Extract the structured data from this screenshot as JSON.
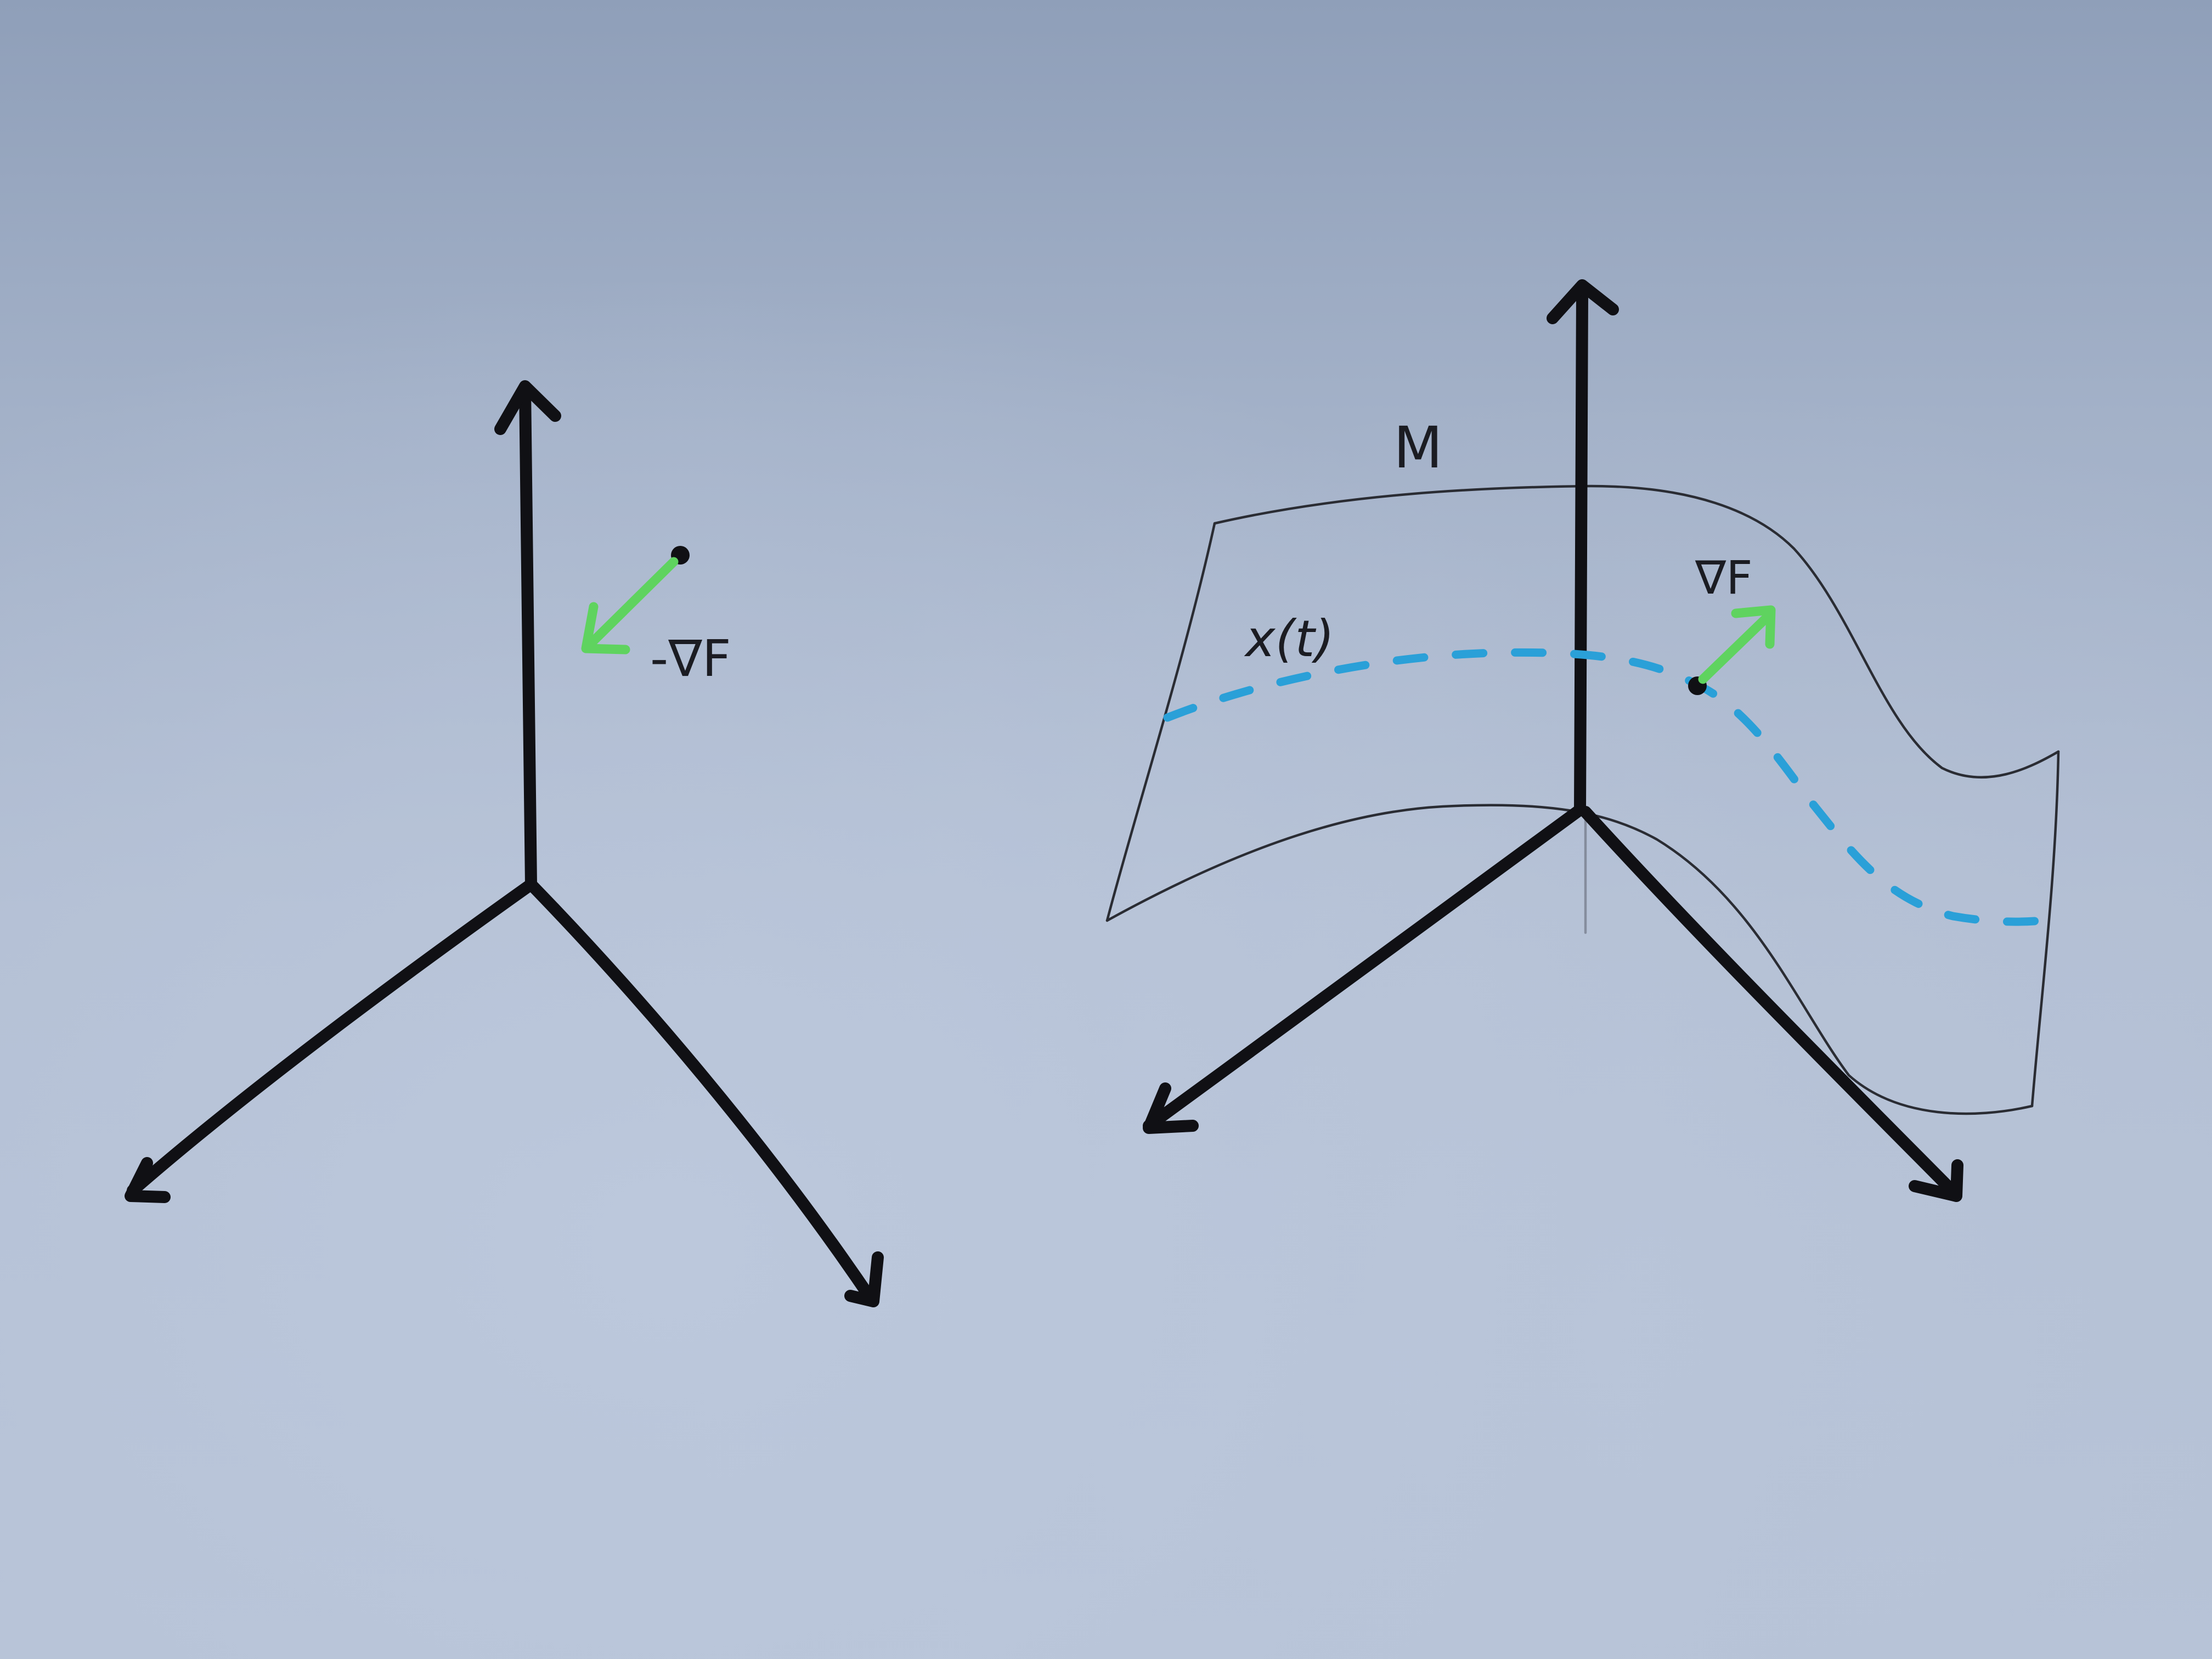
{
  "diagram": {
    "left_figure": {
      "gradient_label": "-∇F"
    },
    "right_figure": {
      "manifold_label": "M",
      "curve_label": "x(t)",
      "gradient_label": "∇F"
    }
  },
  "colors": {
    "ink": "#101014",
    "pencil": "#2a2c33",
    "gradient_arrow": "#5fd35f",
    "curve": "#2aa0d8",
    "paper": "#b1bdd2"
  }
}
